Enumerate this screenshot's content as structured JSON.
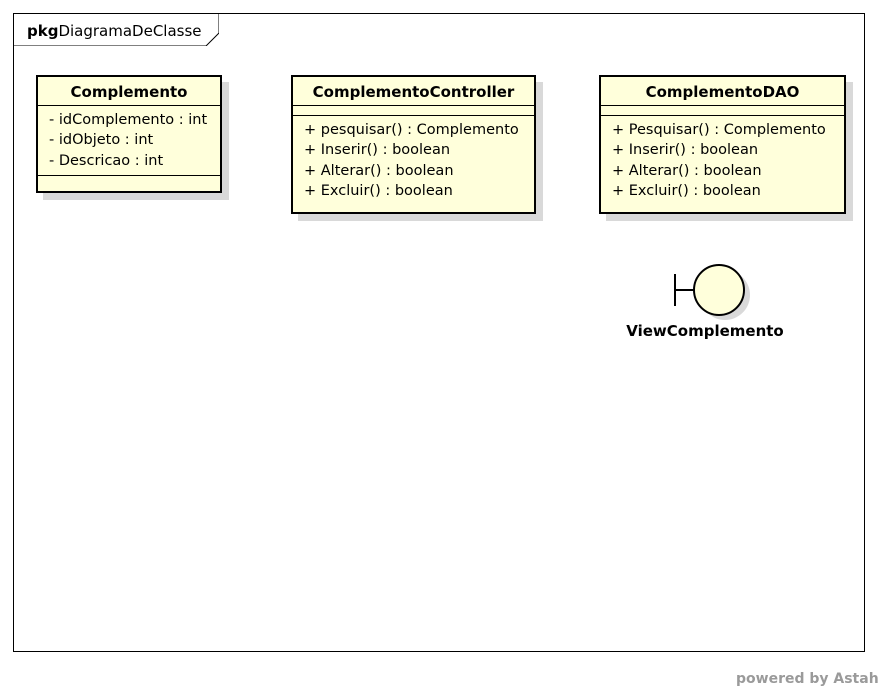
{
  "frame": {
    "keyword": "pkg",
    "name": "DiagramaDeClasse"
  },
  "classes": [
    {
      "name": "Complemento",
      "attributes": [
        "- idComplemento : int",
        "- idObjeto : int",
        "- Descricao : int"
      ],
      "operations": []
    },
    {
      "name": "ComplementoController",
      "attributes": [],
      "operations": [
        "+ pesquisar() : Complemento",
        "+ Inserir() : boolean",
        "+ Alterar() : boolean",
        "+ Excluir() : boolean"
      ]
    },
    {
      "name": "ComplementoDAO",
      "attributes": [],
      "operations": [
        "+ Pesquisar() : Complemento",
        "+ Inserir() : boolean",
        "+ Alterar() : boolean",
        "+ Excluir() : boolean"
      ]
    }
  ],
  "boundary": {
    "name": "ViewComplemento"
  },
  "watermark": "powered by Astah",
  "colors": {
    "class_fill": "#ffffdb",
    "shadow": "#d9d9d9",
    "border": "#000000"
  }
}
